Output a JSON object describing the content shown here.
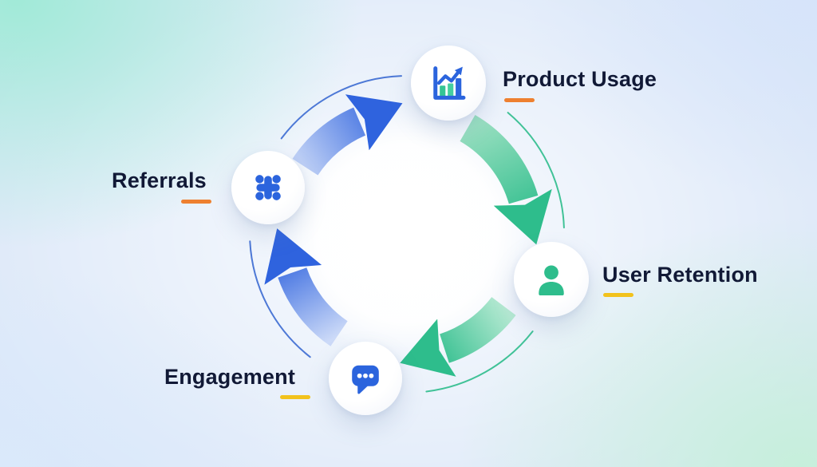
{
  "diagram": {
    "type": "cycle",
    "direction": "clockwise",
    "nodes": [
      {
        "label": "Product Usage",
        "icon": "bar-chart-growth-icon",
        "underline_color": "#ee8030",
        "position": "top"
      },
      {
        "label": "User Retention",
        "icon": "user-icon",
        "underline_color": "#f2c21c",
        "position": "right"
      },
      {
        "label": "Engagement",
        "icon": "chat-bubble-icon",
        "underline_color": "#f2c21c",
        "position": "bottom"
      },
      {
        "label": "Referrals",
        "icon": "network-hub-icon",
        "underline_color": "#ee8030",
        "position": "left"
      }
    ],
    "flow_order": [
      "Referrals",
      "Product Usage",
      "User Retention",
      "Engagement"
    ],
    "colors": {
      "arrow_blue": "#2f63de",
      "arrow_blue_light": "#bccef5",
      "arrow_green": "#2ebd8c",
      "arrow_green_light": "#b5e9d2",
      "icon_blue": "#2b64dd",
      "icon_green": "#2ebd8c",
      "bar_green": "#35c494",
      "bar_teal": "#45cf9f",
      "label_text": "#111936",
      "underline_orange": "#ee8030",
      "underline_yellow": "#f2c21c"
    }
  }
}
